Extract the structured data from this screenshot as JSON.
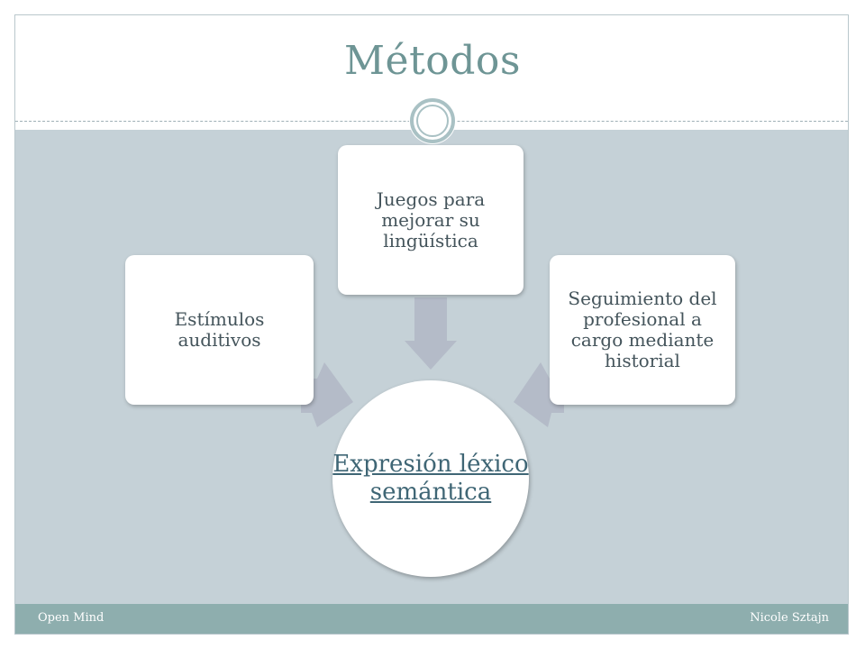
{
  "slide": {
    "title": "Métodos",
    "footer_left": "Open Mind",
    "footer_right": "Nicole Sztajn"
  },
  "diagram": {
    "center": "Expresión léxico semántica",
    "nodes": {
      "left": "Estímulos auditivos",
      "top": "Juegos para mejorar su lingüística",
      "right": "Seguimiento del profesional a cargo mediante historial"
    }
  },
  "colors": {
    "title": "#6e9595",
    "content_background": "#c5d1d7",
    "footer_bar": "#8eaeae",
    "arrow": "#b4bbc8",
    "box_text": "#44545b",
    "center_text": "#3f6675"
  }
}
